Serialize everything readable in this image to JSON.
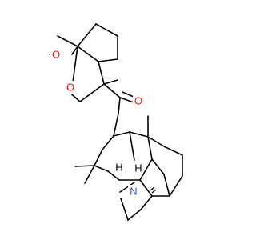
{
  "atom_labels": {
    "o_bridge": "O",
    "o_ring": "O",
    "o_carbonyl": "O",
    "n_amine": "N",
    "h_left": "H",
    "h_right": "H"
  },
  "colors": {
    "carbon_bonds": "#000000",
    "oxygen": "#ff0d0d",
    "nitrogen": "#3050f8",
    "hydrogen": "#000000",
    "background": "#ffffff"
  }
}
